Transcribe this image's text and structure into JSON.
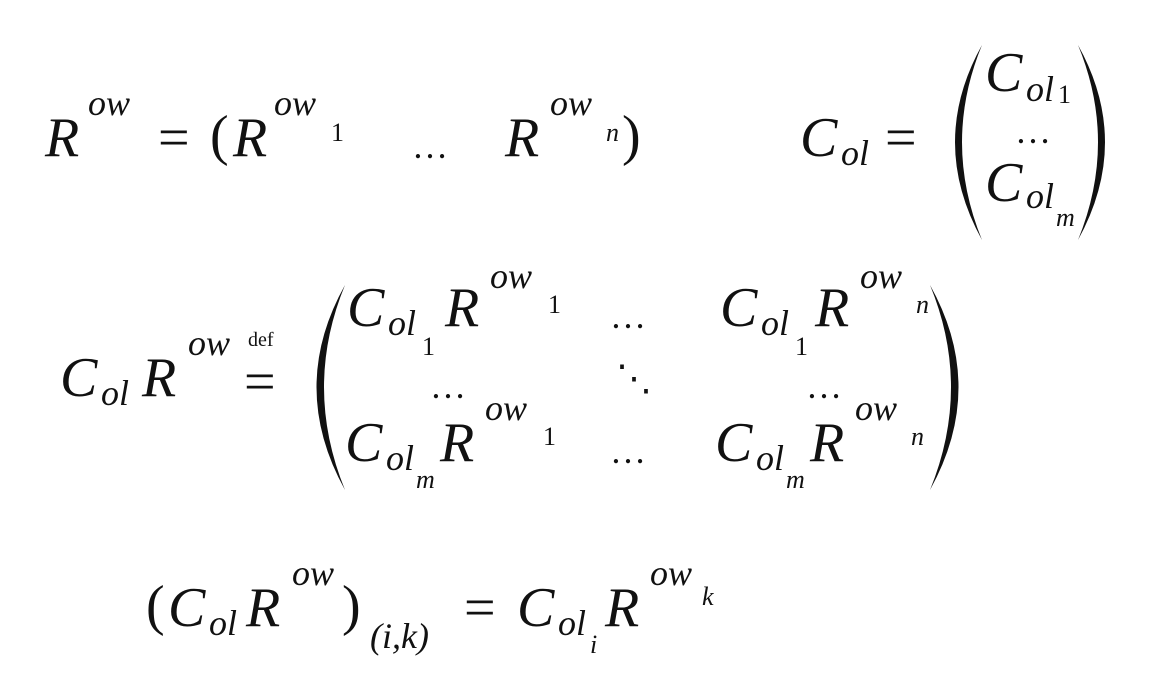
{
  "eq1": {
    "row": "R",
    "ow": "ow",
    "eq": "=",
    "open": "(",
    "close": ")",
    "sub1": "1",
    "subn": "n",
    "dots": "…"
  },
  "eq2": {
    "col": "C",
    "ol": "ol",
    "eq": "=",
    "sub1": "1",
    "subm": "m",
    "dots": "…"
  },
  "eq3": {
    "col": "C",
    "ol": "ol",
    "row": "R",
    "ow": "ow",
    "def": "def",
    "eq": "=",
    "sub1": "1",
    "subn": "n",
    "subm": "m",
    "dots": "…",
    "ddots": "⋱"
  },
  "eq4": {
    "open": "(",
    "close": ")",
    "col": "C",
    "ol": "ol",
    "row": "R",
    "ow": "ow",
    "index": "(i,k)",
    "eq": "=",
    "subi": "i",
    "subk": "k"
  }
}
